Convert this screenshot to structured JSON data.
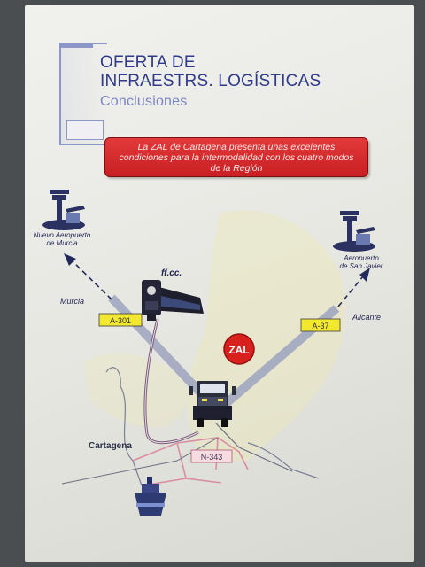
{
  "header": {
    "title_line1": "OFERTA DE",
    "title_line2": "INFRAESTRS. LOGÍSTICAS",
    "subtitle": "Conclusiones"
  },
  "banner": {
    "text": "La ZAL de Cartagena presenta unas excelentes condiciones para la intermodalidad con los cuatro modos de la Región"
  },
  "map": {
    "airport_west": "Nuevo Aeropuerto de Murcia",
    "airport_east": "Aeropuerto de San Javier",
    "rail_label": "ff.cc.",
    "city_west": "Murcia",
    "city_east": "Alicante",
    "city_south": "Cartagena",
    "road_west": "A-301",
    "road_east": "A-37",
    "road_south": "N-343",
    "hub": "ZAL"
  },
  "colors": {
    "title": "#2f3a8a",
    "banner": "#d42a2e",
    "road_sign": "#f2e830",
    "hub": "#d8201c",
    "corridor": "#a2a8c0"
  },
  "icons": [
    "airport-tower-icon",
    "train-icon",
    "truck-icon",
    "ship-icon"
  ]
}
